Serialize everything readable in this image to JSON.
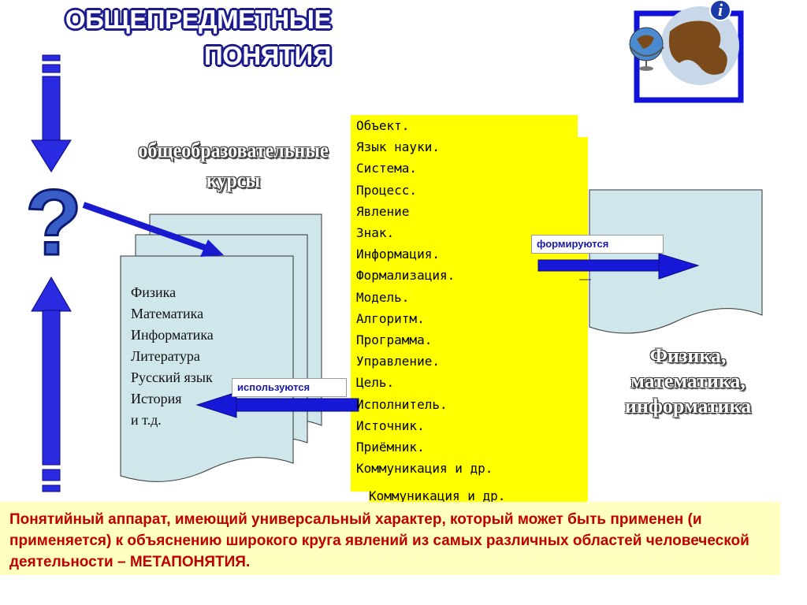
{
  "title": {
    "line1": "ОБЩЕПРЕДМЕТНЫЕ",
    "line2": "ПОНЯТИЯ"
  },
  "question_mark": "?",
  "courses": {
    "title_line1": "общеобразовательные",
    "title_line2": "курсы",
    "items": [
      "Физика",
      "Математика",
      "Информатика",
      "Литература",
      "Русский язык",
      "История",
      "и т.д."
    ]
  },
  "concepts": {
    "items": [
      "Объект.",
      "Язык науки.",
      "Система.",
      "Процесс.",
      "Явление",
      "Знак.",
      "Информация.",
      "Формализация.",
      "Модель.",
      "Алгоритм.",
      "Программа.",
      "Управление.",
      "Цель.",
      "Исполнитель.",
      "Источник.",
      "Приёмник.",
      "Коммуникация и др."
    ],
    "duplicate_line": "Коммуникация и др."
  },
  "labels": {
    "used": "используются",
    "formed": "формируются"
  },
  "subjects": {
    "line1": "Физика,",
    "line2": "математика,",
    "line3": "информатика"
  },
  "info_icon": "i",
  "definition": "Понятийный аппарат, имеющий универсальный  характер, который может быть применен (и применяется) к объяснению широкого круга явлений  из самых различных областей  человеческой деятельности – МЕТАПОНЯТИЯ.",
  "colors": {
    "arrow_blue": "#1212d8",
    "concept_yellow": "#ffff00",
    "doc_fill": "#cfe6ea",
    "definition_text": "#c00000",
    "definition_bg": "#ffffc0"
  }
}
